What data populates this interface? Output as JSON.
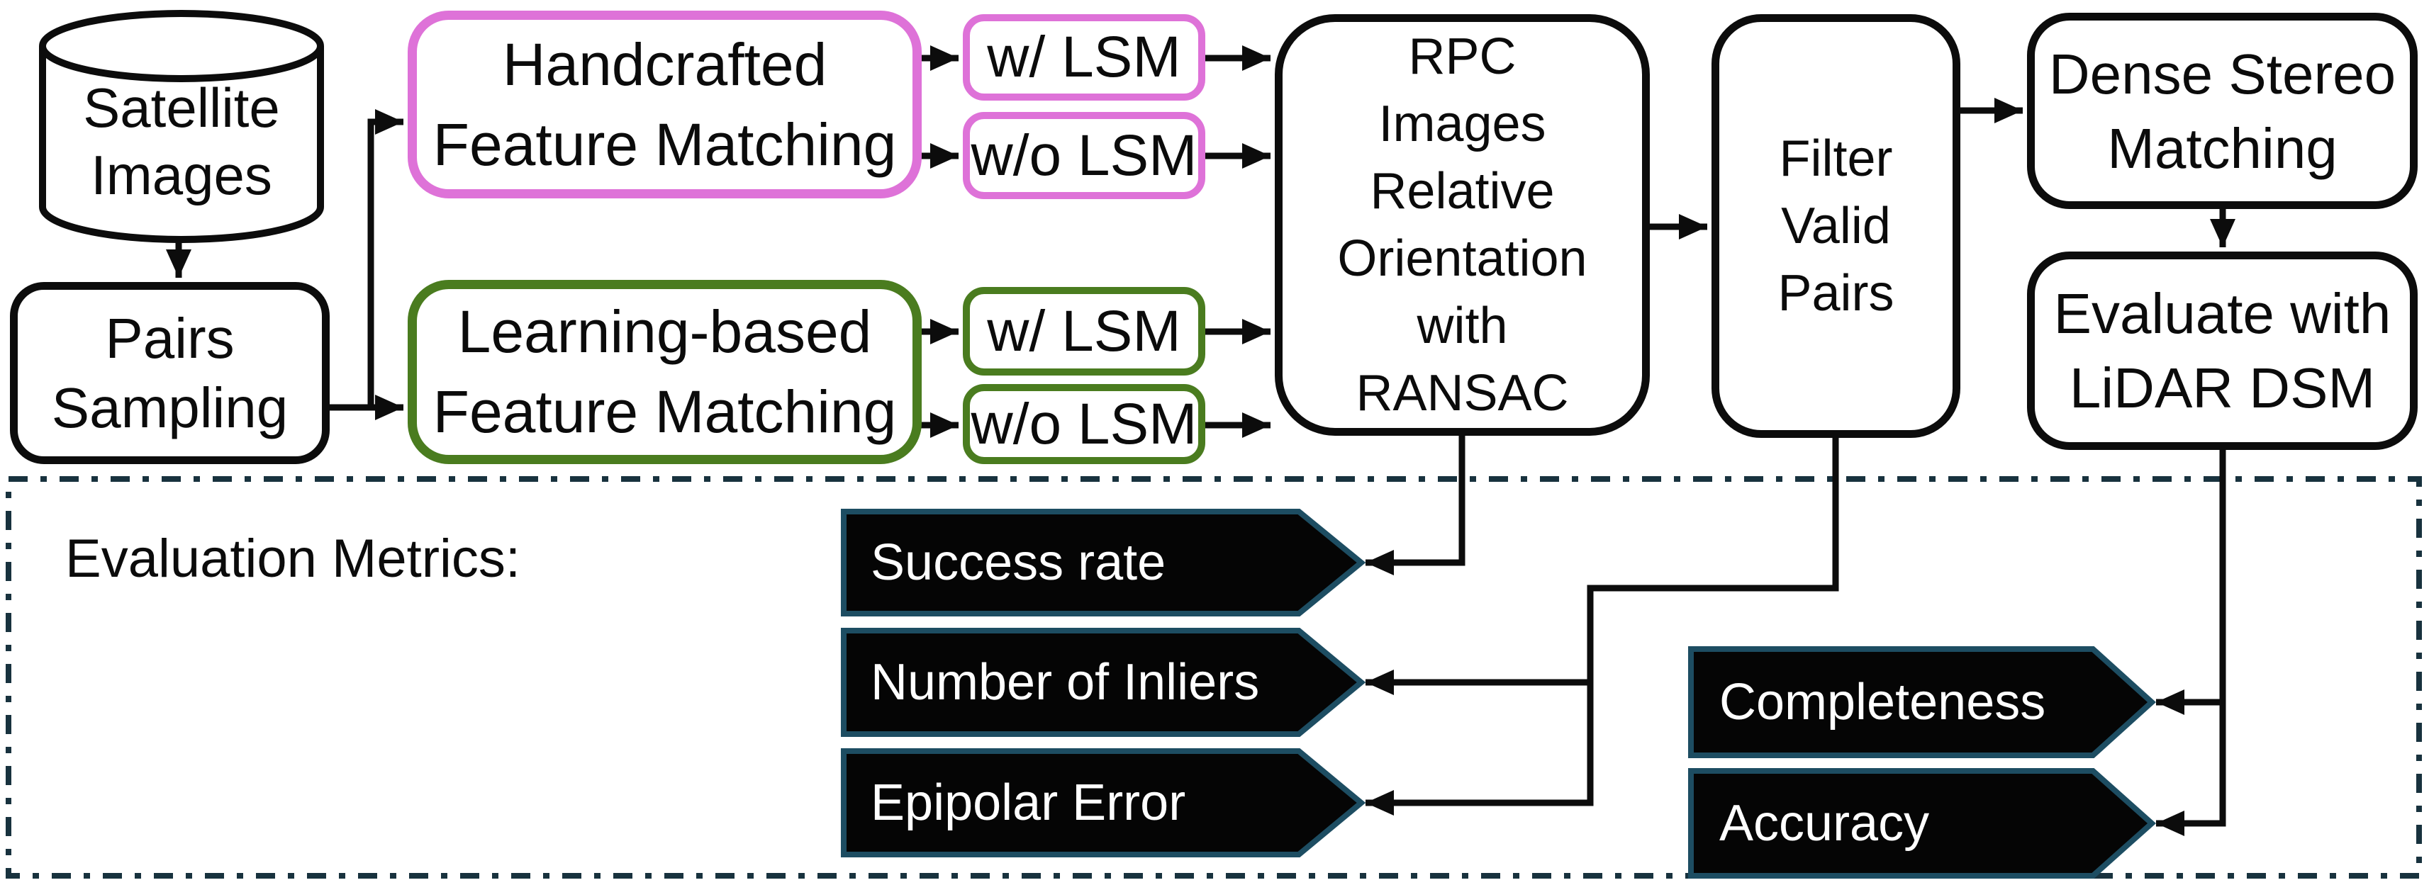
{
  "figure": {
    "type": "flowchart",
    "description_visible_text_only": true
  },
  "nodes": {
    "satellite": {
      "line1": "Satellite",
      "line2": "Images"
    },
    "pairs_sampling": {
      "line1": "Pairs",
      "line2": "Sampling"
    },
    "handcrafted": {
      "line1": "Handcrafted",
      "line2": "Feature Matching"
    },
    "learning": {
      "line1": "Learning-based",
      "line2": "Feature Matching"
    },
    "handcrafted_w_lsm": {
      "label": "w/ LSM"
    },
    "handcrafted_wo_lsm": {
      "label": "w/o LSM"
    },
    "learning_w_lsm": {
      "label": "w/ LSM"
    },
    "learning_wo_lsm": {
      "label": "w/o LSM"
    },
    "rpc": {
      "line1": "RPC",
      "line2": "Images",
      "line3": "Relative",
      "line4": "Orientation",
      "line5": "with",
      "line6": "RANSAC"
    },
    "filter": {
      "line1": "Filter",
      "line2": "Valid",
      "line3": "Pairs"
    },
    "dense": {
      "line1": "Dense Stereo",
      "line2": "Matching"
    },
    "evaluate": {
      "line1": "Evaluate with",
      "line2": "LiDAR DSM"
    }
  },
  "metrics_panel": {
    "title": "Evaluation Metrics:",
    "items": [
      {
        "label": "Success rate"
      },
      {
        "label": "Number of Inliers"
      },
      {
        "label": "Epipolar Error"
      },
      {
        "label": "Completeness"
      },
      {
        "label": "Accuracy"
      }
    ]
  },
  "colors": {
    "background": "#ffffff",
    "text_color": "#0b0b0b",
    "line_black": "#0c0c0c",
    "pink_border": "#de72d8",
    "green_border": "#4a7c1f",
    "metric_fill": "#050505",
    "metric_border": "#1d4d62",
    "metric_text": "#ffffff",
    "panel_border": "#18323e"
  }
}
